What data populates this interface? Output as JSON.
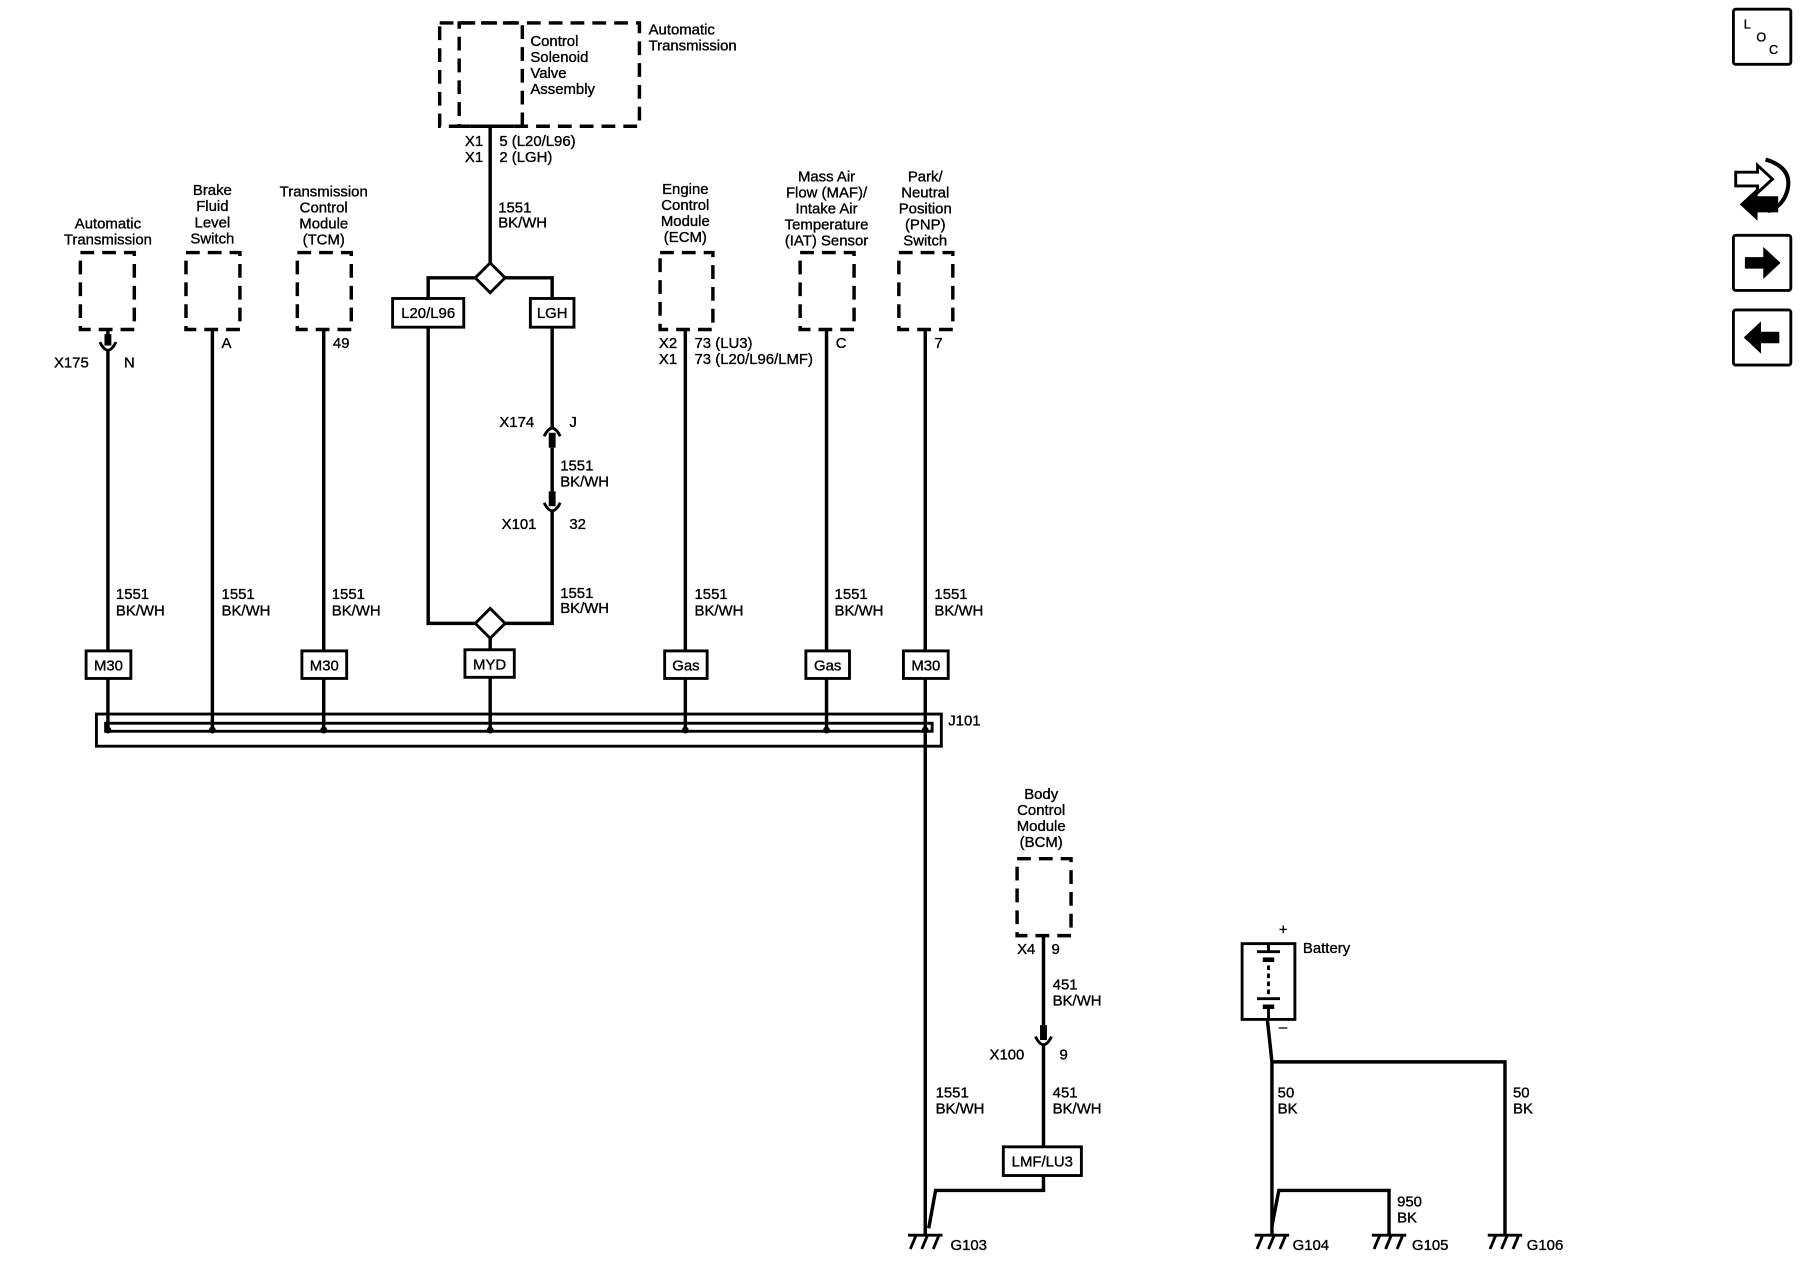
{
  "solenoid": {
    "title": [
      "Automatic",
      "Transmission"
    ],
    "name": [
      "Control",
      "Solenoid",
      "Valve",
      "Assembly"
    ],
    "pins": [
      {
        "connector": "X1",
        "pin": "5 (L20/L96)"
      },
      {
        "connector": "X1",
        "pin": "2 (LGH)"
      }
    ]
  },
  "automatic_transmission": {
    "name": [
      "Automatic",
      "Transmission"
    ],
    "connector": "X175",
    "pin": "N"
  },
  "brake_fluid_level_switch": {
    "name": [
      "Brake",
      "Fluid",
      "Level",
      "Switch"
    ],
    "pin": "A"
  },
  "tcm": {
    "name": [
      "Transmission",
      "Control",
      "Module",
      "(TCM)"
    ],
    "pin": "49"
  },
  "ecm": {
    "name": [
      "Engine",
      "Control",
      "Module",
      "(ECM)"
    ],
    "pins": [
      {
        "connector": "X2",
        "pin": "73 (LU3)"
      },
      {
        "connector": "X1",
        "pin": "73 (L20/L96/LMF)"
      }
    ]
  },
  "maf_iat_sensor": {
    "name": [
      "Mass Air",
      "Flow (MAF)/",
      "Intake Air",
      "Temperature",
      "(IAT) Sensor"
    ],
    "pin": "C"
  },
  "pnp_switch": {
    "name": [
      "Park/",
      "Neutral",
      "Position",
      "(PNP)",
      "Switch"
    ],
    "pin": "7"
  },
  "bcm": {
    "name": [
      "Body",
      "Control",
      "Module",
      "(BCM)"
    ],
    "connector": "X4",
    "pin": "9"
  },
  "battery": {
    "name": "Battery",
    "positive": "+",
    "negative": "–"
  },
  "inline_connectors": {
    "x174": {
      "connector": "X174",
      "pin": "J"
    },
    "x101": {
      "connector": "X101",
      "pin": "32"
    },
    "x100": {
      "connector": "X100",
      "pin": "9"
    }
  },
  "option_labels": {
    "l20_l96": "L20/L96",
    "lgh": "LGH",
    "myd": "MYD",
    "auto_trans": "M30",
    "tcm": "M30",
    "ecm": "Gas",
    "maf": "Gas",
    "pnp": "M30",
    "bcm": "LMF/LU3"
  },
  "splice_pack": "J101",
  "wires": {
    "solenoid": {
      "circuit": "1551",
      "color": "BK/WH"
    },
    "lgh_upper": {
      "circuit": "1551",
      "color": "BK/WH"
    },
    "lgh_lower": {
      "circuit": "1551",
      "color": "BK/WH"
    },
    "auto_trans": {
      "circuit": "1551",
      "color": "BK/WH"
    },
    "brake": {
      "circuit": "1551",
      "color": "BK/WH"
    },
    "tcm": {
      "circuit": "1551",
      "color": "BK/WH"
    },
    "ecm": {
      "circuit": "1551",
      "color": "BK/WH"
    },
    "maf": {
      "circuit": "1551",
      "color": "BK/WH"
    },
    "pnp": {
      "circuit": "1551",
      "color": "BK/WH"
    },
    "j101_g103": {
      "circuit": "1551",
      "color": "BK/WH"
    },
    "bcm_upper": {
      "circuit": "451",
      "color": "BK/WH"
    },
    "bcm_lower": {
      "circuit": "451",
      "color": "BK/WH"
    },
    "battery_g104": {
      "circuit": "50",
      "color": "BK"
    },
    "battery_g106": {
      "circuit": "50",
      "color": "BK"
    },
    "g105": {
      "circuit": "950",
      "color": "BK"
    }
  },
  "grounds": {
    "g103": "G103",
    "g104": "G104",
    "g105": "G105",
    "g106": "G106"
  },
  "nav_icons": {
    "location": {
      "icon": "location-icon",
      "letters": [
        "L",
        "O",
        "C"
      ]
    },
    "service": {
      "icon": "service-info-icon"
    },
    "next": {
      "icon": "right-arrow-icon"
    },
    "previous": {
      "icon": "left-arrow-icon"
    }
  },
  "colors": {
    "line": "#000000",
    "background": "#ffffff"
  }
}
